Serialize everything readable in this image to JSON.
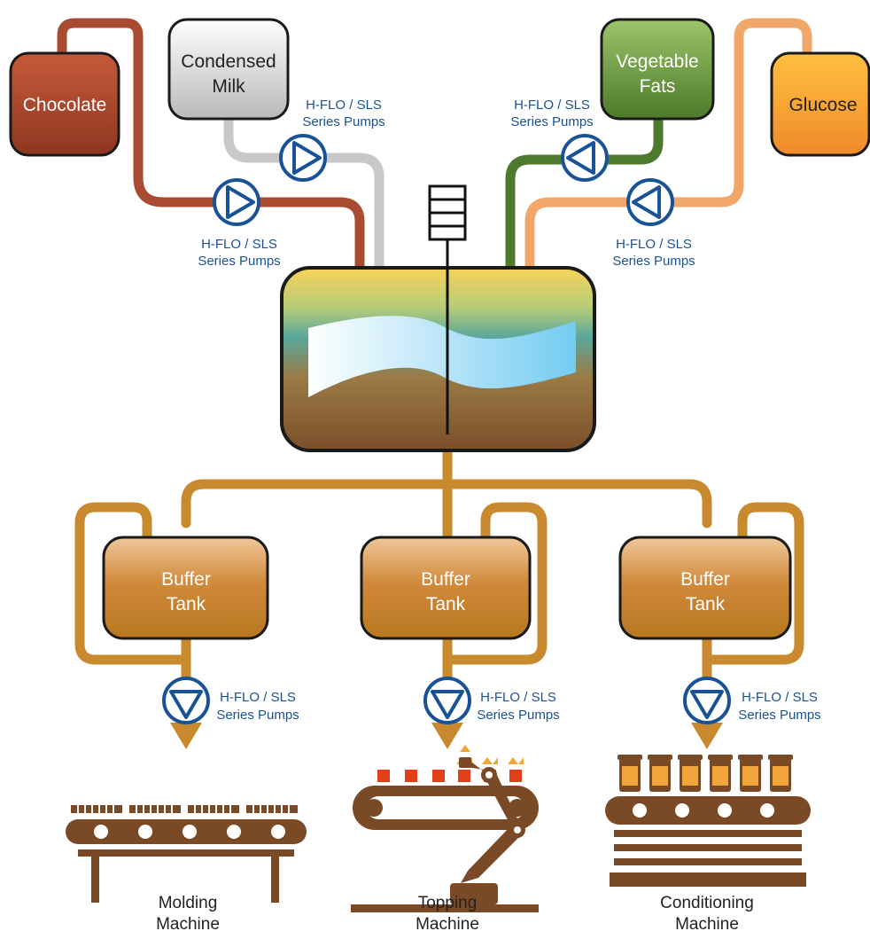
{
  "colors": {
    "chocolate": "#a84b30",
    "condensed_milk": "#c8c8c8",
    "vegetable_fats": "#4e7a2e",
    "glucose": "#f2a76a",
    "product_line": "#c9892f",
    "pump_blue": "#1a5296",
    "machine_brown": "#7a4a26"
  },
  "ingredients": {
    "chocolate": {
      "label": "Chocolate"
    },
    "condensed_milk": {
      "line1": "Condensed",
      "line2": "Milk"
    },
    "vegetable_fats": {
      "line1": "Vegetable",
      "line2": "Fats"
    },
    "glucose": {
      "label": "Glucose"
    }
  },
  "pumps": {
    "chocolate": {
      "line1": "H-FLO / SLS",
      "line2": "Series Pumps",
      "icon": "pump-icon"
    },
    "condensed_milk": {
      "line1": "H-FLO / SLS",
      "line2": "Series Pumps",
      "icon": "pump-icon"
    },
    "vegetable_fats": {
      "line1": "H-FLO / SLS",
      "line2": "Series Pumps",
      "icon": "pump-icon"
    },
    "glucose": {
      "line1": "H-FLO / SLS",
      "line2": "Series Pumps",
      "icon": "pump-icon"
    },
    "molding": {
      "line1": "H-FLO / SLS",
      "line2": "Series Pumps",
      "icon": "pump-icon"
    },
    "topping": {
      "line1": "H-FLO / SLS",
      "line2": "Series Pumps",
      "icon": "pump-icon"
    },
    "conditioning": {
      "line1": "H-FLO / SLS",
      "line2": "Series Pumps",
      "icon": "pump-icon"
    }
  },
  "buffer_tanks": [
    {
      "line1": "Buffer",
      "line2": "Tank"
    },
    {
      "line1": "Buffer",
      "line2": "Tank"
    },
    {
      "line1": "Buffer",
      "line2": "Tank"
    }
  ],
  "machines": {
    "molding": {
      "line1": "Molding",
      "line2": "Machine",
      "icon": "molding-conveyor-icon"
    },
    "topping": {
      "line1": "Topping",
      "line2": "Machine",
      "icon": "topping-robot-icon"
    },
    "conditioning": {
      "line1": "Conditioning",
      "line2": "Machine",
      "icon": "conditioning-jars-icon"
    }
  }
}
